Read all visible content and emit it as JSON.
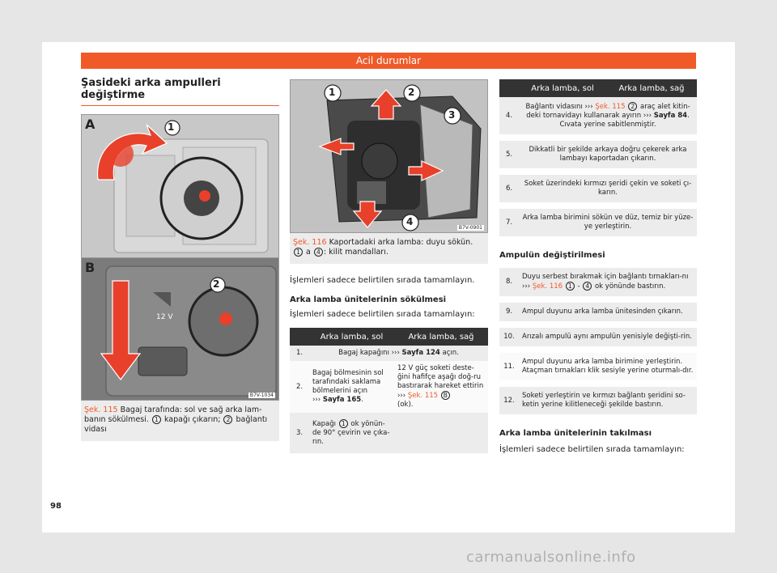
{
  "header": {
    "title": "Acil durumlar"
  },
  "left": {
    "heading": "Şasideki arka ampulleri değiştirme",
    "figure_a_tag": "A",
    "figure_b_tag": "B",
    "figure_code": "B7V-1034",
    "callout_1": "1",
    "callout_2": "2",
    "label_12v": "12 V",
    "caption": {
      "ref": "Şek. 115",
      "text1": " Bagaj tarafında: sol ve sağ arka lam-banın sökülmesi. ",
      "n1": "1",
      "text2": " kapağı çıkarın; ",
      "n2": "2",
      "text3": " bağlantı vidası"
    }
  },
  "middle": {
    "figure_code": "B7V-0901",
    "callouts": [
      "1",
      "2",
      "3",
      "4"
    ],
    "caption": {
      "ref": "Şek. 116",
      "text1": " Kaportadaki arka lamba: duyu sökün.",
      "n1": "1",
      "text2": " a ",
      "n4": "4",
      "text3": ": kilit mandalları."
    },
    "para1": "İşlemleri sadece belirtilen sırada tamamlayın.",
    "subheading": "Arka lamba ünitelerinin sökülmesi",
    "para2": "İşlemleri sadece belirtilen sırada tamamlayın:",
    "table": {
      "head_left": "Arka lamba, sol",
      "head_right": "Arka lamba, sağ",
      "row1": {
        "n": "1.",
        "text": "Bagaj kapağını",
        "link": "Sayfa 124",
        "tail": " açın."
      },
      "row2": {
        "n": "2.",
        "left": "Bagaj bölmesinin sol tarafındaki saklama bölmelerini açın",
        "left_link": "Sayfa 165",
        "right": "12 V güç soketi deste-ğini hafifçe aşağı doğ-ru bastırarak hareket ettirin",
        "right_link": "Şek. 115",
        "right_tag": "B",
        "right_tail": "(ok)."
      },
      "row3": {
        "n": "3.",
        "pre": "Kapağı ",
        "n1": "1",
        "post": " ok yönün-de 90° çevirin ve çıka-rın."
      }
    }
  },
  "right": {
    "table1": {
      "head_left": "Arka lamba, sol",
      "head_right": "Arka lamba, sağ",
      "row4": {
        "n": "4.",
        "pre": "Bağlantı vidasını",
        "link": "Şek. 115",
        "n2": "2",
        "mid": " araç alet kitin-deki tornavidayı kullanarak ayırın ",
        "link2": "Sayfa 84",
        "post": ". Cıvata yerine sabitlenmiştir."
      },
      "row5": {
        "n": "5.",
        "text": "Dikkatli bir şekilde arkaya doğru çekerek arka lambayı kaportadan çıkarın."
      },
      "row6": {
        "n": "6.",
        "text": "Soket üzerindeki kırmızı şeridi çekin ve soketi çı-karın."
      },
      "row7": {
        "n": "7.",
        "text": "Arka lamba birimini sökün ve düz, temiz bir yüze-ye yerleştirin."
      }
    },
    "subheading1": "Ampulün değiştirilmesi",
    "table2": {
      "row8": {
        "n": "8.",
        "pre": "Duyu serbest bırakmak için bağlantı tırnakları-nı",
        "link": "Şek. 116",
        "n1": "1",
        "dash": " - ",
        "n4": "4",
        "post": " ok yönünde bastırın."
      },
      "row9": {
        "n": "9.",
        "text": "Ampul duyunu arka lamba ünitesinden çıkarın."
      },
      "row10": {
        "n": "10.",
        "text": "Arızalı ampulü aynı ampulün yenisiyle değişti-rin."
      },
      "row11": {
        "n": "11.",
        "text": "Ampul duyunu arka lamba birimine yerleştirin. Ataçman tırnakları klik sesiyle yerine oturmalı-dır."
      },
      "row12": {
        "n": "12.",
        "text": "Soketi yerleştirin ve kırmızı bağlantı şeridini so-ketin yerine kilitleneceği şekilde bastırın."
      }
    },
    "subheading2": "Arka lamba ünitelerinin takılması",
    "para": "İşlemleri sadece belirtilen sırada tamamlayın:"
  },
  "footer": {
    "page_number": "98",
    "watermark": "carmanualsonline.info"
  },
  "colors": {
    "accent": "#f05a28",
    "header_dark": "#333333",
    "row_shade": "#ececec"
  }
}
